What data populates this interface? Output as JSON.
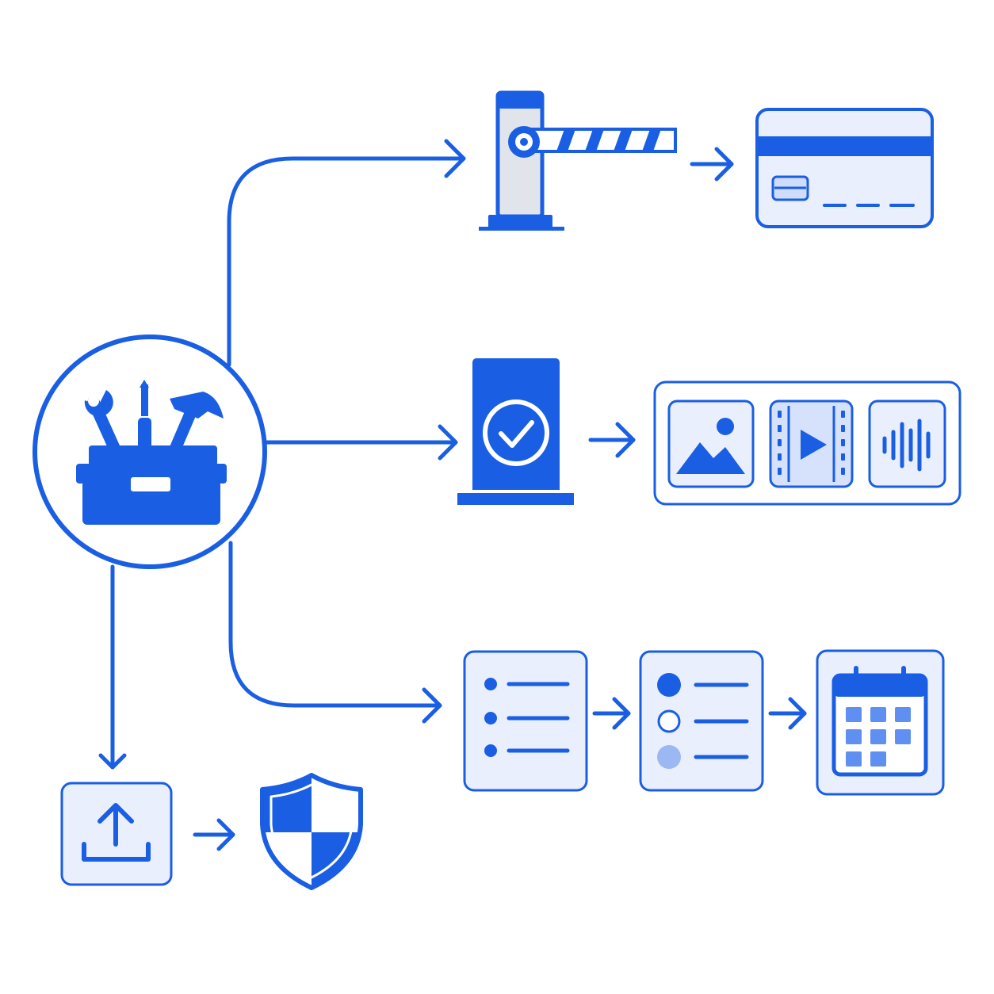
{
  "colors": {
    "primary": "#1a5fe3",
    "tint": "#e9effd",
    "tint_mid": "#d6e1fb",
    "grey_fill": "#e2e4ec",
    "light_dot": "#9bb8f3",
    "background": "#ffffff"
  },
  "nodes": {
    "hub": {
      "icon": "toolbox-icon"
    },
    "gate": {
      "icon": "barrier-gate-icon"
    },
    "card": {
      "icon": "credit-card-icon"
    },
    "verify": {
      "icon": "verification-post-icon"
    },
    "media_panel": {
      "items": [
        {
          "icon": "image-icon"
        },
        {
          "icon": "video-play-icon"
        },
        {
          "icon": "audio-waveform-icon"
        }
      ]
    },
    "list": {
      "icon": "bullet-list-icon"
    },
    "options": {
      "icon": "radio-options-icon"
    },
    "calendar": {
      "icon": "calendar-icon"
    },
    "upload": {
      "icon": "upload-icon"
    },
    "shield": {
      "icon": "shield-icon"
    }
  },
  "edges": [
    {
      "from": "hub",
      "to": "gate"
    },
    {
      "from": "gate",
      "to": "card"
    },
    {
      "from": "hub",
      "to": "verify"
    },
    {
      "from": "verify",
      "to": "media_panel"
    },
    {
      "from": "hub",
      "to": "list"
    },
    {
      "from": "list",
      "to": "options"
    },
    {
      "from": "options",
      "to": "calendar"
    },
    {
      "from": "hub",
      "to": "upload"
    },
    {
      "from": "upload",
      "to": "shield"
    }
  ]
}
